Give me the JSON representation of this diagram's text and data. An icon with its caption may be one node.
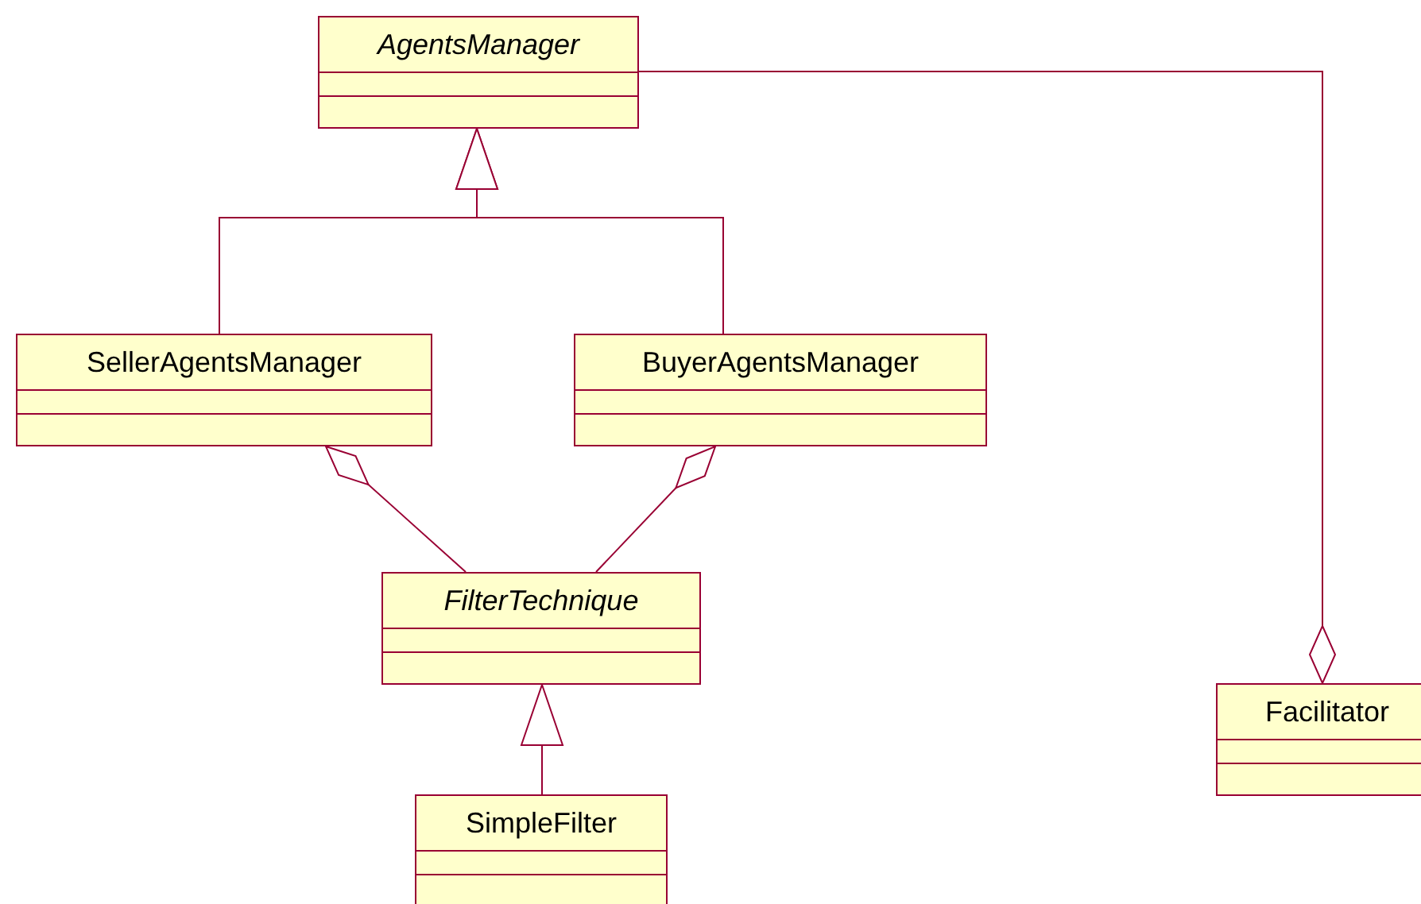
{
  "diagram": {
    "nodes": [
      {
        "text": [
          "AgentsManager"
        ]
      },
      {
        "text": [
          "SellerAgentsManager"
        ]
      },
      {
        "text": [
          "BuyerAgentsManager"
        ]
      },
      {
        "text": [
          "FilterTechnique"
        ]
      },
      {
        "text": [
          "SimpleFilter"
        ]
      },
      {
        "text": [
          "Facilitator"
        ]
      }
    ],
    "edges": [
      {
        "from": 1,
        "to": 0,
        "arrow": "to"
      },
      {
        "from": 2,
        "to": 0,
        "arrow": "to"
      },
      {
        "from": 1,
        "to": 3,
        "arrow": "other"
      },
      {
        "from": 2,
        "to": 3,
        "arrow": "other"
      },
      {
        "from": 4,
        "to": 3,
        "arrow": "to"
      },
      {
        "from": 5,
        "to": 0,
        "arrow": "other"
      }
    ]
  }
}
